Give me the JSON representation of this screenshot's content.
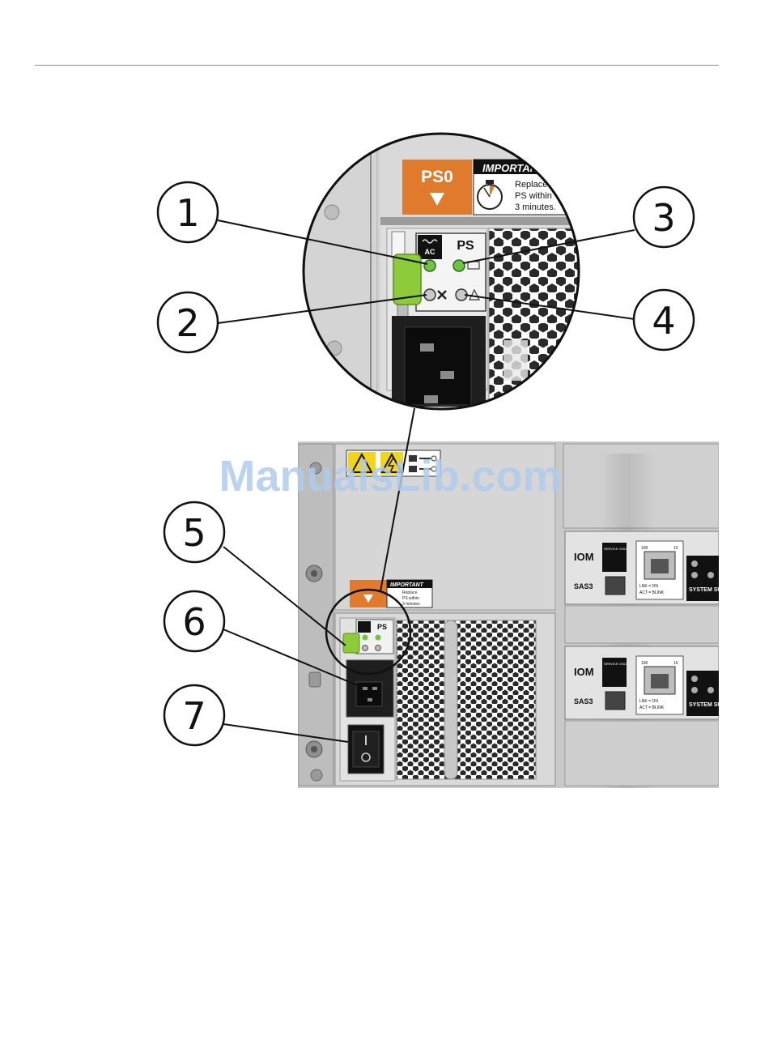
{
  "colors": {
    "orange": "#E07A2C",
    "led_green": "#6CC644",
    "latch_green": "#8CCB3A",
    "warning_yellow": "#F2D41C",
    "watermark_blue": "#AFCBEC",
    "chassis_grey": "#C9C9C9",
    "panel_grey": "#DADADA",
    "dark": "#1E1E1E"
  },
  "callouts": [
    {
      "number": "1"
    },
    {
      "number": "2"
    },
    {
      "number": "3"
    },
    {
      "number": "4"
    },
    {
      "number": "5"
    },
    {
      "number": "6"
    },
    {
      "number": "7"
    }
  ],
  "zoom_panel": {
    "ps_label": "PS0",
    "important_header": "IMPORTANT",
    "important_lines": [
      "Replace",
      "PS within",
      "3 minutes."
    ],
    "ac_label": "AC",
    "ps_status_label": "PS",
    "icons": [
      "timer-icon",
      "ac-led-icon",
      "ps-ok-led-icon",
      "fan-fault-icon",
      "service-required-icon",
      "power-inlet-icon"
    ]
  },
  "chassis": {
    "small_important_header": "IMPORTANT",
    "small_important_lines": [
      "Replace",
      "PS within",
      "3 minutes"
    ],
    "small_ps_label": "PS",
    "iom_modules": [
      {
        "title": "IOM",
        "subtitle": "SAS3",
        "service_label": "SERVICE ONLY",
        "port_speeds": [
          "100",
          "10"
        ],
        "link_legend": [
          "LNK = ON",
          "ACT = BLINK"
        ],
        "summary_label": "SYSTEM SUMMARY"
      },
      {
        "title": "IOM",
        "subtitle": "SAS3",
        "service_label": "SERVICE ONLY",
        "port_speeds": [
          "100",
          "10"
        ],
        "link_legend": [
          "LNK = ON",
          "ACT = BLINK"
        ],
        "summary_label": "SYSTEM SUMMARY"
      }
    ]
  },
  "watermark": "ManualsLib.com"
}
